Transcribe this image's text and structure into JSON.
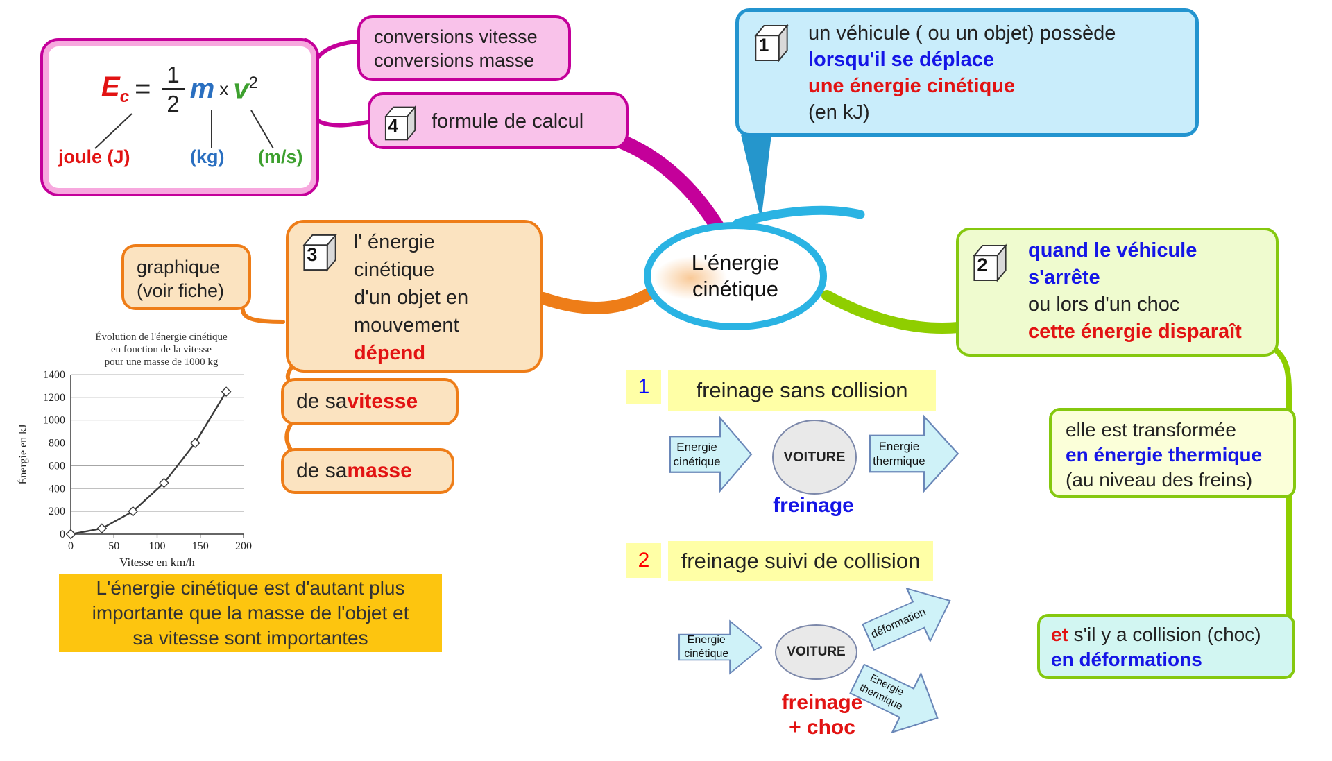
{
  "colors": {
    "magenta": "#c4009a",
    "pink_bg": "#f9c2ea",
    "blue_border": "#2394cf",
    "blue_bg": "#c9edfb",
    "green_border": "#85c80f",
    "green_bg": "#effbcf",
    "orange_border": "#ee7d18",
    "orange_bg": "#fbe3c0",
    "gold_bg": "#fdc50f",
    "yellow_bg": "#ffffa6",
    "cyan_ellipse": "#2ab3e3",
    "text_blue": "#1515e6",
    "text_red": "#e21313",
    "arrow_fill": "#cff2f8",
    "arrow_stroke": "#6a87b8"
  },
  "formula_box": {
    "symbol": "E",
    "symbol_sub": "c",
    "equals": "=",
    "frac_num": "1",
    "frac_den": "2",
    "mass": "m",
    "times": "x",
    "speed": "v",
    "speed_exp": "2",
    "unit_energy": "joule (J)",
    "unit_mass": "(kg)",
    "unit_speed": "(m/s)"
  },
  "conversions_box": {
    "line1": "conversions vitesse",
    "line2": "conversions masse"
  },
  "formule_box": {
    "number": "4",
    "label": "formule de calcul"
  },
  "box1": {
    "number": "1",
    "line1": "un véhicule ( ou un objet) possède",
    "line2": "lorsqu'il se déplace",
    "line3": "une énergie cinétique",
    "line4": "(en kJ)"
  },
  "center_node": {
    "line1": "L'énergie",
    "line2": "cinétique"
  },
  "box2": {
    "number": "2",
    "line1": "quand le véhicule",
    "line2": "s'arrête",
    "line3": "ou lors d'un choc",
    "line4": "cette énergie disparaît"
  },
  "graphique_box": {
    "line1": "graphique",
    "line2": "(voir fiche)"
  },
  "box3": {
    "number": "3",
    "lines": [
      "l' énergie",
      "cinétique",
      "d'un objet en",
      "mouvement"
    ],
    "emphasis": "dépend"
  },
  "vitesse_box": {
    "prefix": "de sa ",
    "emphasis": "vitesse"
  },
  "masse_box": {
    "prefix": "de sa ",
    "emphasis": "masse"
  },
  "chart_data": {
    "type": "line",
    "title_lines": [
      "Évolution de l'énergie cinétique",
      "en fonction de la vitesse",
      "pour une masse de 1000 kg"
    ],
    "xlabel": "Vitesse en km/h",
    "ylabel": "Énergie en kJ",
    "x": [
      0,
      36,
      72,
      108,
      144,
      180
    ],
    "y": [
      0,
      50,
      200,
      450,
      800,
      1250
    ],
    "xlim": [
      0,
      200
    ],
    "ylim": [
      0,
      1400
    ],
    "xticks": [
      0,
      50,
      100,
      150,
      200
    ],
    "yticks": [
      0,
      200,
      400,
      600,
      800,
      1000,
      1200,
      1400
    ],
    "grid": true,
    "marker": "diamond"
  },
  "gold_box": {
    "line1": "L'énergie cinétique est d'autant plus",
    "line2": "importante que la masse de l'objet et",
    "line3": "sa vitesse sont importantes"
  },
  "section1": {
    "badge": "1",
    "title": "freinage sans collision",
    "arrow_in_line1": "Energie",
    "arrow_in_line2": "cinétique",
    "node": "VOITURE",
    "caption": "freinage",
    "arrow_out_line1": "Energie",
    "arrow_out_line2": "thermique"
  },
  "section2": {
    "badge": "2",
    "title": "freinage suivi de collision",
    "arrow_in_line1": "Energie",
    "arrow_in_line2": "cinétique",
    "node": "VOITURE",
    "caption_line1": "freinage",
    "caption_line2": "+ choc",
    "arrow_up": "déformation",
    "arrow_down_line1": "Energie",
    "arrow_down_line2": "thermique"
  },
  "right_box1": {
    "line1": "elle est transformée",
    "line2": "en énergie thermique",
    "line3": "(au niveau des freins)"
  },
  "right_box2": {
    "line1_emphasis": "et",
    "line1_rest": " s'il y a collision (choc)",
    "line2": "en déformations"
  }
}
